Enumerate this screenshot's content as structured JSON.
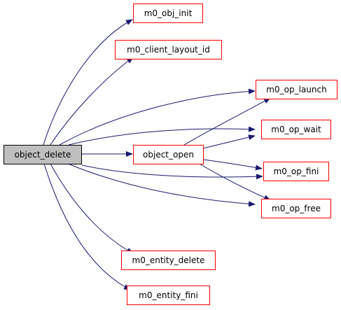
{
  "colors": {
    "edge": "#191970",
    "node_border": "#ff0000",
    "root_fill": "#bfbfbf",
    "root_border": "#000000",
    "background": "#ffffff"
  },
  "nodes": {
    "object_delete": "object_delete",
    "object_open": "object_open",
    "m0_obj_init": "m0_obj_init",
    "m0_client_layout_id": "m0_client_layout_id",
    "m0_op_launch": "m0_op_launch",
    "m0_op_wait": "m0_op_wait",
    "m0_op_fini": "m0_op_fini",
    "m0_op_free": "m0_op_free",
    "m0_entity_delete": "m0_entity_delete",
    "m0_entity_fini": "m0_entity_fini"
  },
  "edges": [
    {
      "from": "object_delete",
      "to": "m0_obj_init"
    },
    {
      "from": "object_delete",
      "to": "m0_client_layout_id"
    },
    {
      "from": "object_delete",
      "to": "m0_op_launch"
    },
    {
      "from": "object_delete",
      "to": "m0_op_wait"
    },
    {
      "from": "object_delete",
      "to": "object_open"
    },
    {
      "from": "object_delete",
      "to": "m0_op_fini"
    },
    {
      "from": "object_delete",
      "to": "m0_op_free"
    },
    {
      "from": "object_delete",
      "to": "m0_entity_delete"
    },
    {
      "from": "object_delete",
      "to": "m0_entity_fini"
    },
    {
      "from": "object_open",
      "to": "m0_op_launch"
    },
    {
      "from": "object_open",
      "to": "m0_op_wait"
    },
    {
      "from": "object_open",
      "to": "m0_op_fini"
    },
    {
      "from": "object_open",
      "to": "m0_op_free"
    }
  ]
}
